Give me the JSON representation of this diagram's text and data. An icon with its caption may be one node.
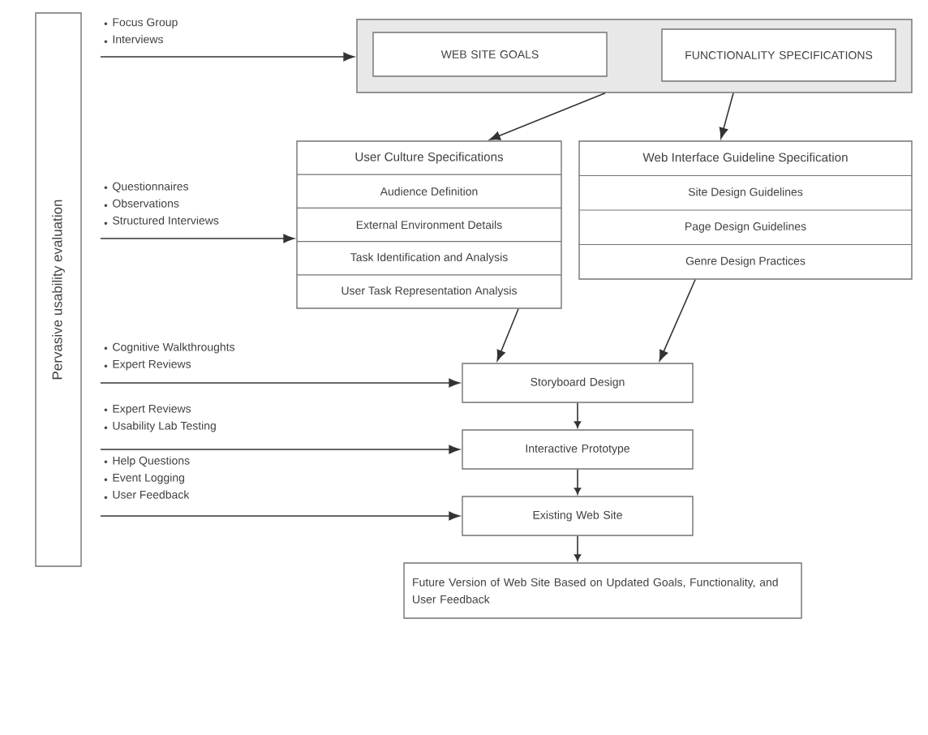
{
  "diagram": {
    "nodes": [
      {
        "text": [],
        "shape": "box"
      },
      {
        "text": [
          "WEB SITE GOALS"
        ],
        "in": 0
      },
      {
        "text": [
          "FUNCTIONALITY SPECIFICATIONS"
        ],
        "in": 0
      },
      {
        "text": [
          "User Culture Specifications",
          "Audience Definition",
          "External Environment Details",
          "Task Identification and Analysis",
          "User Task Representation Analysis"
        ]
      },
      {
        "text": [
          "Web Interface Guideline Specification",
          "Site Design Guidelines",
          "Page Design Guidelines",
          "Genre Design Practices"
        ]
      },
      {
        "text": [
          "Storyboard Design"
        ]
      },
      {
        "text": [
          "Interactive Prototype"
        ]
      },
      {
        "text": [
          "Existing Web Site"
        ]
      },
      {
        "text": [
          "Future Version of Web Site Based on Updated Goals, Functionality, and User Feedback"
        ]
      },
      {
        "text": [
          "Pervasive usability evaluation"
        ]
      },
      {
        "text": [
          "Focus Group",
          "Interviews"
        ]
      },
      {
        "text": [
          "Questionnaires",
          "Observations",
          "Structured Interviews"
        ]
      },
      {
        "text": [
          "Cognitive Walkthroughts",
          "Expert Reviews"
        ]
      },
      {
        "text": [
          "Expert Reviews",
          "Usability Lab Testing"
        ]
      },
      {
        "text": [
          "Help Questions",
          "Event Logging",
          "User Feedback"
        ]
      }
    ],
    "edges": [
      {
        "from": 10,
        "to": 0,
        "arrow": "to"
      },
      {
        "from": 0,
        "to": 3,
        "arrow": "to"
      },
      {
        "from": 0,
        "to": 4,
        "arrow": "to"
      },
      {
        "from": 11,
        "to": 3,
        "arrow": "to"
      },
      {
        "from": 3,
        "to": 5,
        "arrow": "to"
      },
      {
        "from": 4,
        "to": 5,
        "arrow": "to"
      },
      {
        "from": 12,
        "to": 5,
        "arrow": "to"
      },
      {
        "from": 13,
        "to": 6,
        "arrow": "to"
      },
      {
        "from": 14,
        "to": 7,
        "arrow": "to"
      },
      {
        "from": 5,
        "to": 6,
        "arrow": "to"
      },
      {
        "from": 6,
        "to": 7,
        "arrow": "to"
      },
      {
        "from": 7,
        "to": 8,
        "arrow": "to"
      }
    ]
  }
}
